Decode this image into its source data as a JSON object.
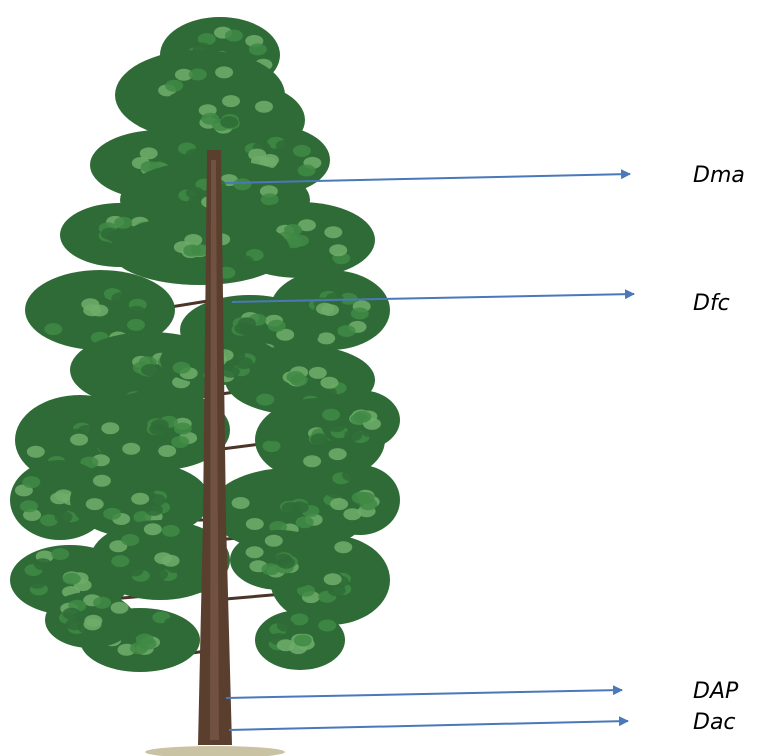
{
  "diagram": {
    "labels": {
      "dma": "Dma",
      "dfc": "Dfc",
      "dap": "DAP",
      "dac": "Dac"
    },
    "colors": {
      "arrow": "#4a78b8",
      "foliage_dark": "#2f6b36",
      "foliage_mid": "#3f8a45",
      "foliage_light": "#6fae6a",
      "trunk": "#5a3e2e",
      "trunk_highlight": "#7a5a47",
      "ground": "#c9c2a3"
    }
  }
}
